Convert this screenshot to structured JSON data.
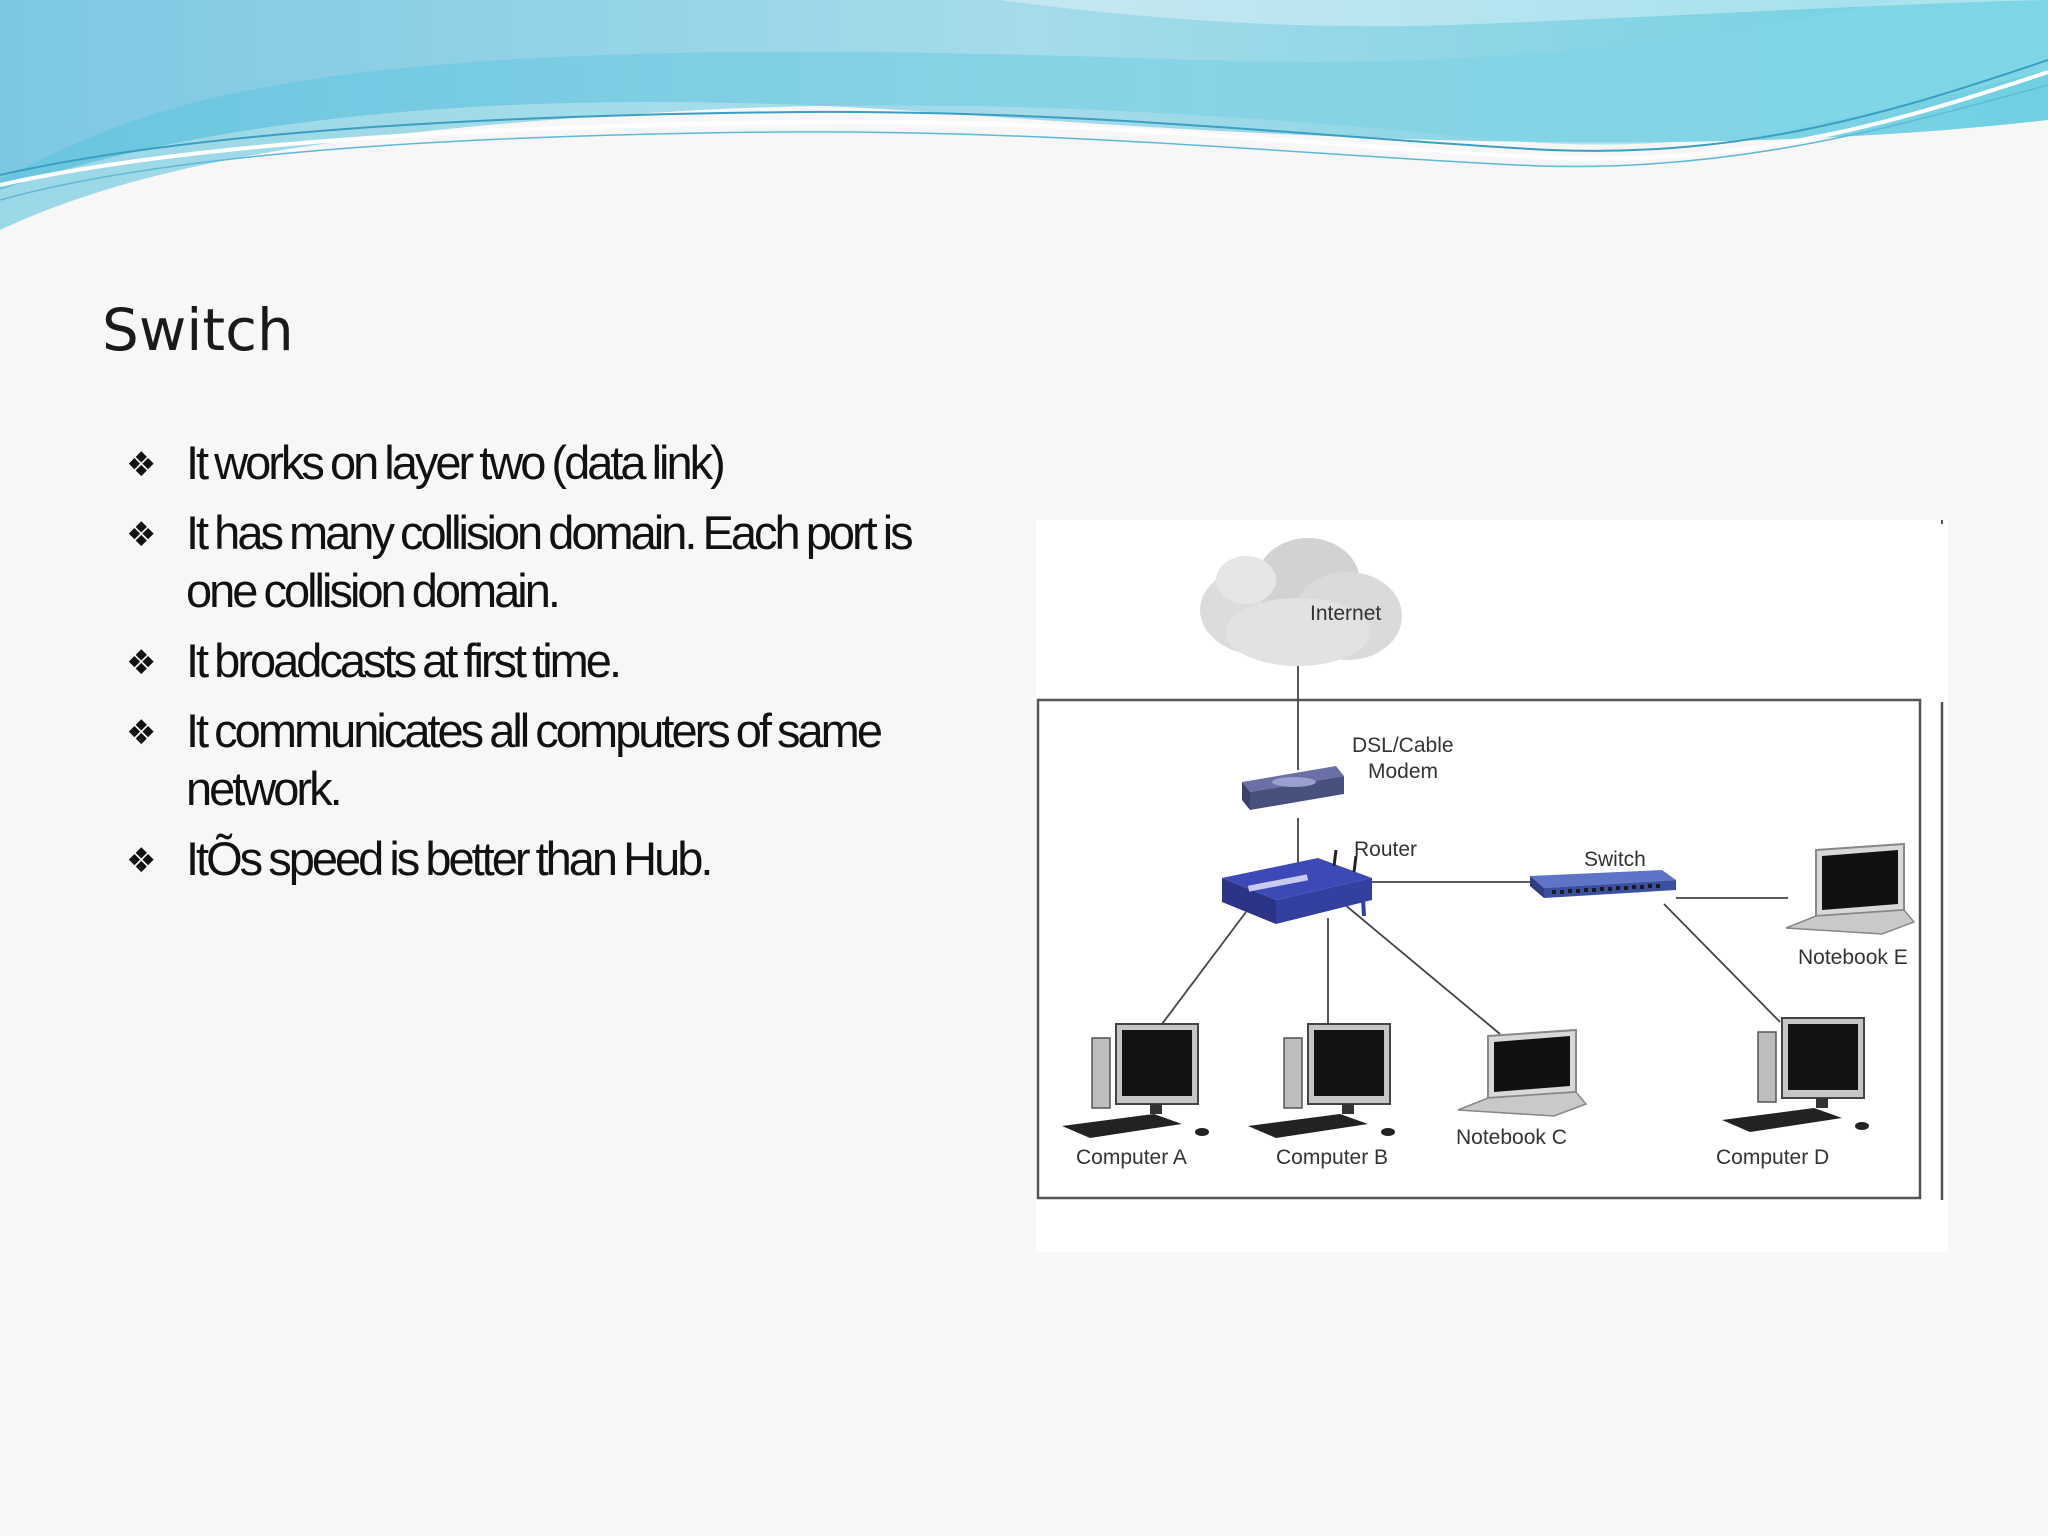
{
  "slide": {
    "title": "Switch",
    "bullets": [
      "It works on layer two (data link)",
      "It has many collision domain. Each port is one collision domain.",
      "It broadcasts at first time.",
      "It communicates all computers of same network.",
      "ItÕs speed is better than Hub."
    ],
    "bullet_glyph": "❖",
    "colors": {
      "banner_light": "#b9e6f2",
      "banner_mid": "#7fd0e3",
      "banner_dark": "#5bb6d4",
      "text": "#111111"
    }
  },
  "diagram": {
    "labels": {
      "internet": "Internet",
      "modem_line1": "DSL/Cable",
      "modem_line2": "Modem",
      "router": "Router",
      "switch": "Switch",
      "notebook_e": "Notebook E",
      "computer_a": "Computer A",
      "computer_b": "Computer B",
      "notebook_c": "Notebook C",
      "computer_d": "Computer D"
    },
    "icons": [
      "cloud-icon",
      "modem-icon",
      "router-icon",
      "switch-icon",
      "desktop-icon",
      "laptop-icon"
    ]
  }
}
